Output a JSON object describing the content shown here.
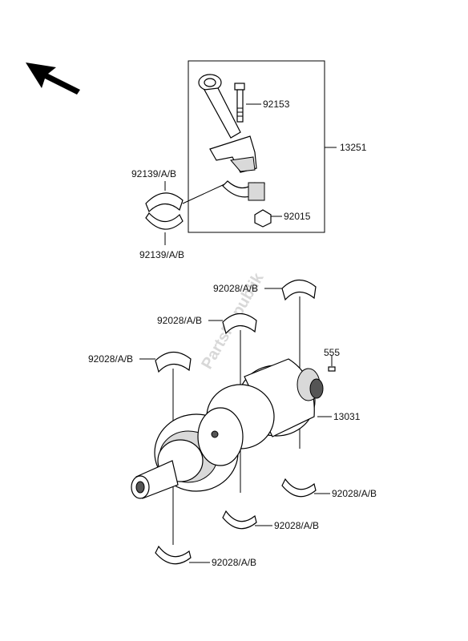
{
  "diagram": {
    "watermark": "PartsRepublik",
    "labels": {
      "conrod_assembly": "13251",
      "conrod_bolt": "92153",
      "conrod_nut": "92015",
      "bearing_upper": "92139/A/B",
      "bearing_lower": "92139/A/B",
      "crankshaft": "13031",
      "key": "555",
      "main_bearing_top_right": "92028/A/B",
      "main_bearing_top_mid": "92028/A/B",
      "main_bearing_top_left": "92028/A/B",
      "main_bearing_bottom_right": "92028/A/B",
      "main_bearing_bottom_mid": "92028/A/B",
      "main_bearing_bottom_left": "92028/A/B"
    }
  }
}
